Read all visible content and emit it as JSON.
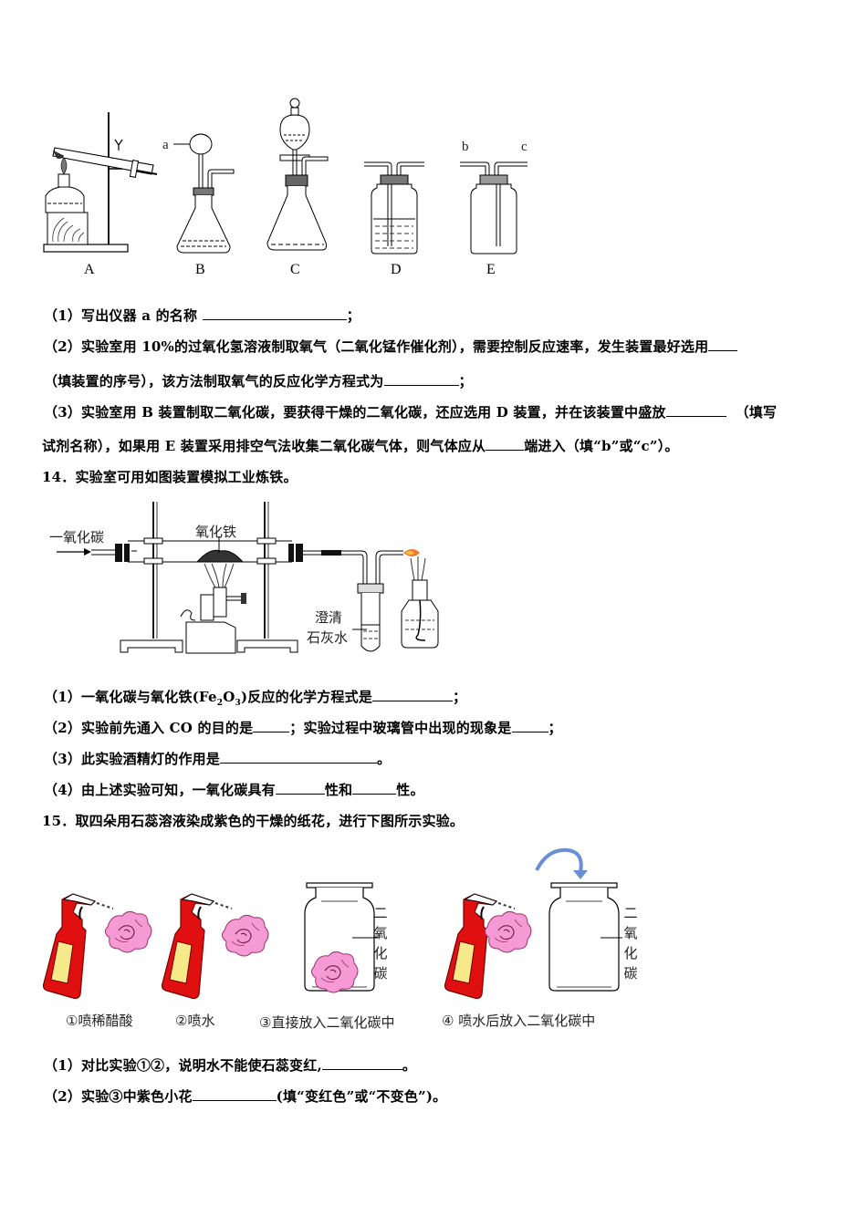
{
  "figure1": {
    "labels": [
      "A",
      "B",
      "C",
      "D",
      "E"
    ],
    "label_a": "a",
    "label_b": "b",
    "label_c": "c"
  },
  "q13": {
    "p1": {
      "text": "（1）写出仪器 a 的名称",
      "end": "；"
    },
    "p2": {
      "line1": "（2）实验室用 10%的过氧化氢溶液制取氧气（二氧化锰作催化剂），需要控制反应速率，发生装置最好选用",
      "line2a": "（填装置的序号），该方法制取氧气的反应化学方程式为",
      "line2b": "；"
    },
    "p3": {
      "line1a": "（3）实验室用 B 装置制取二氧化碳，要获得干燥的二氧化碳，还应选用 D 装置，并在该装置中盛放",
      "line1b": "（填写",
      "line2a": "试剂名称），如果用 E 装置采用排空气法收集二氧化碳气体，则气体应从",
      "line2b": "端进入（填“b”或“c”）。"
    }
  },
  "q14": {
    "title": "14．实验室可用如图装置模拟工业炼铁。",
    "figure": {
      "label_co": "一氧化碳",
      "label_fe2o3": "氧化铁",
      "label_limewater_1": "澄清",
      "label_limewater_2": "石灰水"
    },
    "p1": {
      "a": "（1）一氧化碳与氧化铁(Fe",
      "sub1": "2",
      "b": "O",
      "sub2": "3",
      "c": ")反应的化学方程式是",
      "end": "；"
    },
    "p2": {
      "a": "（2）实验前先通入 CO 的目的是",
      "b": "；实验过程中玻璃管中出现的现象是",
      "end": "；"
    },
    "p3": {
      "a": "（3）此实验酒精灯的作用是",
      "end": "。"
    },
    "p4": {
      "a": "（4）由上述实验可知，一氧化碳具有",
      "b": "性和",
      "end": "性。"
    }
  },
  "q15": {
    "title": "15．取四朵用石蕊溶液染成紫色的干燥的纸花，进行下图所示实验。",
    "figure": {
      "captions": [
        "①喷稀醋酸",
        "②喷水",
        "③直接放入二氧化碳中",
        "④ 喷水后放入二氧化碳中"
      ],
      "co2_label": [
        "二",
        "氧",
        "化",
        "碳"
      ]
    },
    "p1": {
      "a": "（1）对比实验①②，说明水不能使石蕊变红,",
      "end": "。"
    },
    "p2": {
      "a": "（2）实验③中紫色小花",
      "end": "(填“变红色”或“不变色”)。"
    }
  },
  "colors": {
    "bottle_red": "#e01010",
    "bottle_label": "#f6e98a",
    "flower_pink": "#f08fd0",
    "arrow_blue": "#6a8fd8",
    "flame": "#f0782a"
  }
}
